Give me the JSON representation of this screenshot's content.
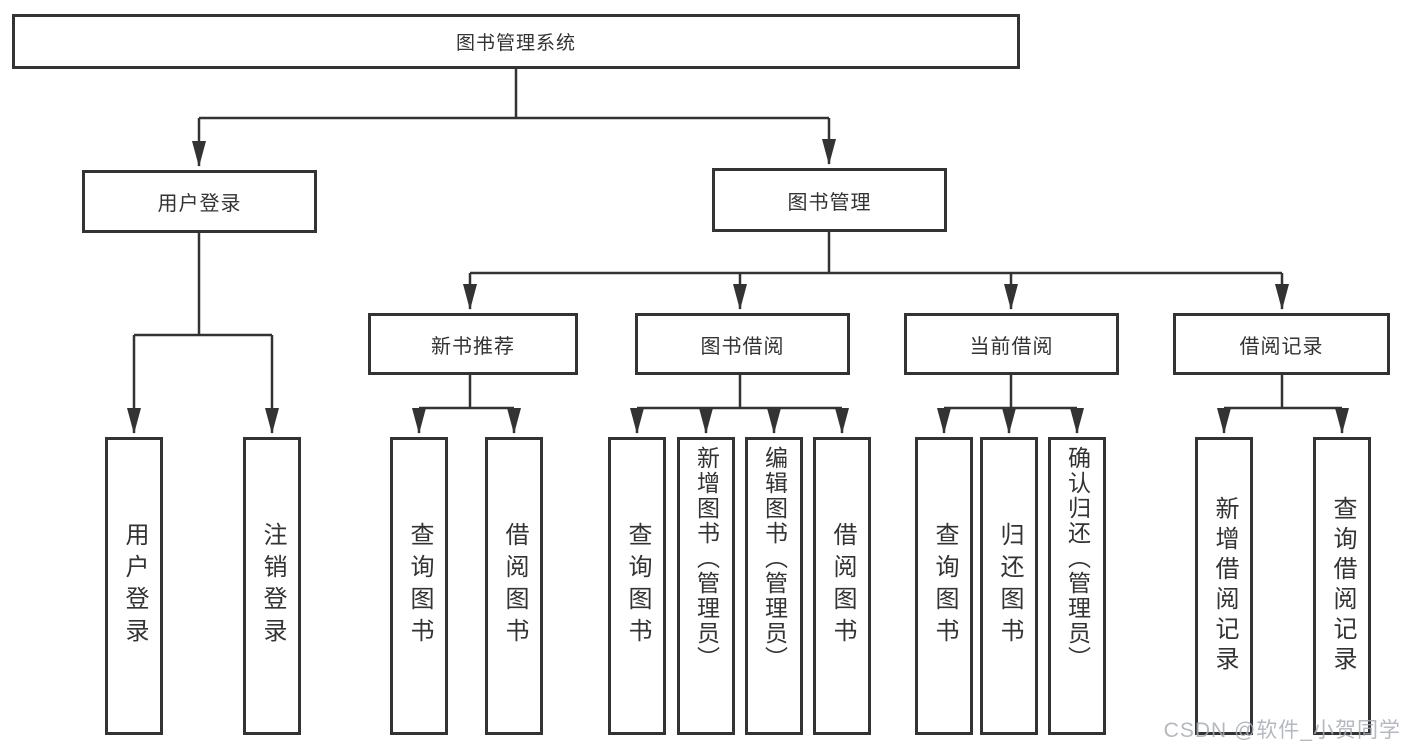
{
  "colors": {
    "line": "#333333",
    "text": "#333333",
    "watermark": "#a8adb5",
    "background": "#ffffff"
  },
  "watermark": {
    "text": "CSDN @软件_小贺同学"
  },
  "tree": {
    "root": {
      "label": "图书管理系统"
    },
    "branches": [
      {
        "label": "用户登录",
        "children": [
          {
            "label": "用户登录"
          },
          {
            "label": "注销登录"
          }
        ]
      },
      {
        "label": "图书管理",
        "children": [
          {
            "label": "新书推荐",
            "children": [
              {
                "label": "查询图书"
              },
              {
                "label": "借阅图书"
              }
            ]
          },
          {
            "label": "图书借阅",
            "children": [
              {
                "label": "查询图书"
              },
              {
                "label": "新增图书（管理员）"
              },
              {
                "label": "编辑图书（管理员）"
              },
              {
                "label": "借阅图书"
              }
            ]
          },
          {
            "label": "当前借阅",
            "children": [
              {
                "label": "查询图书"
              },
              {
                "label": "归还图书"
              },
              {
                "label": "确认归还（管理员）"
              }
            ]
          },
          {
            "label": "借阅记录",
            "children": [
              {
                "label": "新增借阅记录"
              },
              {
                "label": "查询借阅记录"
              }
            ]
          }
        ]
      }
    ]
  }
}
